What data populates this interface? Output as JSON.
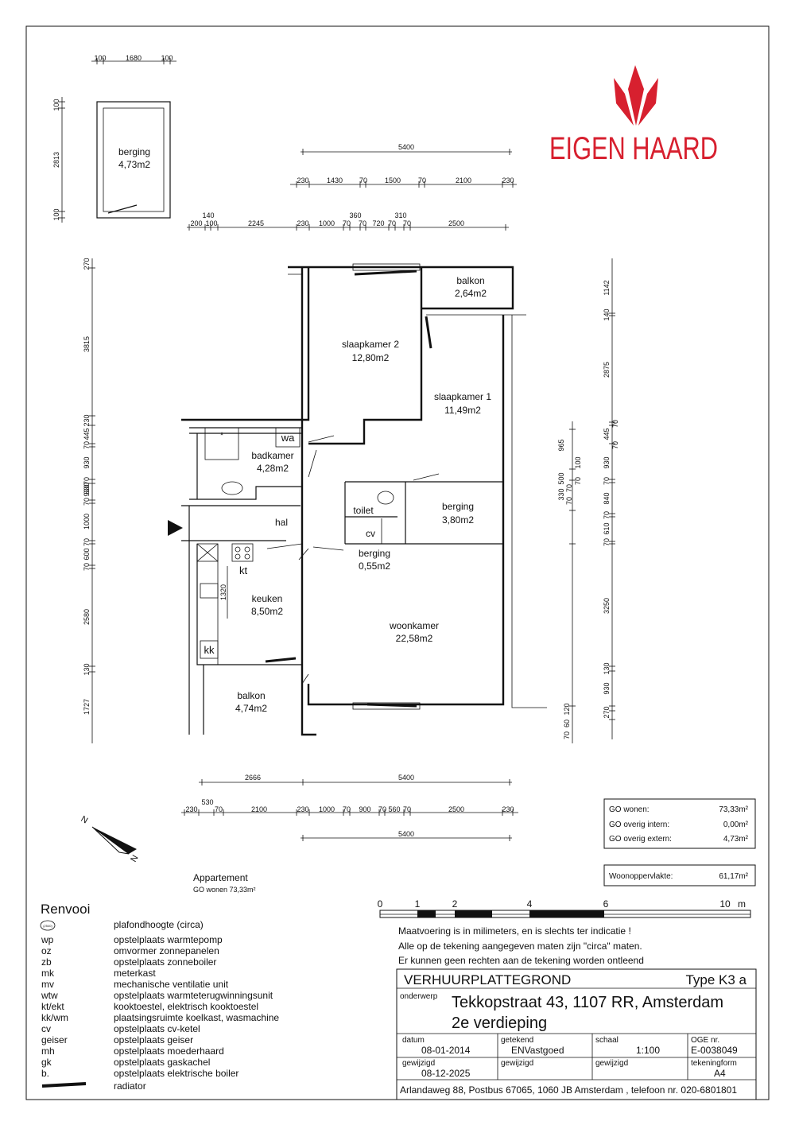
{
  "brand": {
    "name": "EIGEN HAARD",
    "color": "#d7202f"
  },
  "storage_unit": {
    "label": "berging",
    "area": "4,73m2",
    "dims_top": [
      "100",
      "1680",
      "100"
    ],
    "dims_left": [
      "100",
      "2813",
      "100"
    ]
  },
  "rooms": {
    "slaapkamer2": {
      "name": "slaapkamer 2",
      "area": "12,80m2"
    },
    "slaapkamer1": {
      "name": "slaapkamer 1",
      "area": "11,49m2"
    },
    "balkon_top": {
      "name": "balkon",
      "area": "2,64m2"
    },
    "badkamer": {
      "name": "badkamer",
      "area": "4,28m2"
    },
    "wa": "wa",
    "toilet": "toilet",
    "cv": "cv",
    "hal": "hal",
    "berging_mid": {
      "name": "berging",
      "area": "3,80m2"
    },
    "berging_small": {
      "name": "berging",
      "area": "0,55m2"
    },
    "kt": "kt",
    "keuken": {
      "name": "keuken",
      "area": "8,50m2"
    },
    "kk": "kk",
    "kitchen_dim": "1320",
    "woonkamer": {
      "name": "woonkamer",
      "area": "22,58m2"
    },
    "balkon_bottom": {
      "name": "balkon",
      "area": "4,74m2"
    }
  },
  "dimensions": {
    "top_row1": [
      "5400"
    ],
    "top_row2": [
      "230",
      "1430",
      "70",
      "1500",
      "70",
      "2100",
      "230"
    ],
    "top_row3_upper": [
      "140",
      "360",
      "310"
    ],
    "top_row3": [
      "200",
      "100",
      "2245",
      "230",
      "1000",
      "70",
      "70",
      "720",
      "70",
      "70",
      "2500"
    ],
    "left": [
      "270",
      "3815",
      "230",
      "445",
      "70",
      "930",
      "70",
      "930",
      "330",
      "70",
      "1000",
      "70",
      "600",
      "70",
      "2580",
      "130",
      "1727"
    ],
    "right_outer": [
      "1142",
      "140",
      "2875",
      "70",
      "445",
      "70",
      "930",
      "70",
      "840",
      "70",
      "610",
      "70",
      "3250",
      "130",
      "930",
      "120",
      "270",
      "60",
      "70"
    ],
    "right_inner": [
      "965",
      "100",
      "70",
      "500",
      "70",
      "330",
      "70"
    ],
    "bottom_row1": [
      "2666",
      "5400"
    ],
    "bottom_row2_upper": [
      "530"
    ],
    "bottom_row2": [
      "230",
      "70",
      "2100",
      "230",
      "1000",
      "70",
      "900",
      "70",
      "560",
      "70",
      "2500",
      "230"
    ],
    "bottom_row3": [
      "5400"
    ]
  },
  "compass": {
    "n1": "N",
    "n2": "N"
  },
  "apartment": {
    "title": "Appartement",
    "subtitle": "GO wonen 73,33m²"
  },
  "area_table": [
    {
      "label": "GO wonen:",
      "value": "73,33m²"
    },
    {
      "label": "GO overig intern:",
      "value": "0,00m²"
    },
    {
      "label": "GO overig extern:",
      "value": "4,73m²"
    }
  ],
  "woonoppervlakte": {
    "label": "Woonoppervlakte:",
    "value": "61,17m²"
  },
  "scale_bar": {
    "ticks": [
      "0",
      "1",
      "2",
      "4",
      "6",
      "10"
    ],
    "unit": "m"
  },
  "legend": {
    "title": "Renvooi",
    "symbol_text": "(2540)",
    "items": [
      {
        "code": "",
        "desc": "plafondhoogte (circa)"
      },
      {
        "code": "wp",
        "desc": "opstelplaats warmtepomp"
      },
      {
        "code": "oz",
        "desc": "omvormer zonnepanelen"
      },
      {
        "code": "zb",
        "desc": "opstelplaats zonneboiler"
      },
      {
        "code": "mk",
        "desc": "meterkast"
      },
      {
        "code": "mv",
        "desc": "mechanische ventilatie unit"
      },
      {
        "code": "wtw",
        "desc": "opstelplaats warmteterugwinningsunit"
      },
      {
        "code": "kt/ekt",
        "desc": "kooktoestel, elektrisch kooktoestel"
      },
      {
        "code": "kk/wm",
        "desc": "plaatsingsruimte koelkast, wasmachine"
      },
      {
        "code": "cv",
        "desc": "opstelplaats cv-ketel"
      },
      {
        "code": "geiser",
        "desc": "opstelplaats geiser"
      },
      {
        "code": "mh",
        "desc": "opstelplaats moederhaard"
      },
      {
        "code": "gk",
        "desc": "opstelplaats gaskachel"
      },
      {
        "code": "b.",
        "desc": "opstelplaats elektrische boiler"
      },
      {
        "code": "",
        "desc": "radiator"
      }
    ]
  },
  "notes": [
    "Maatvoering is in milimeters, en is slechts ter indicatie !",
    "Alle op de tekening aangegeven maten zijn \"circa\" maten.",
    "Er kunnen geen rechten aan de tekening worden ontleend"
  ],
  "title_block": {
    "heading": "VERHUURPLATTEGROND",
    "type": "Type K3 a",
    "subject_label": "onderwerp",
    "address": "Tekkopstraat 43, 1107 RR, Amsterdam",
    "floor": "2e verdieping",
    "datum_label": "datum",
    "datum": "08-01-2014",
    "getekend_label": "getekend",
    "getekend": "ENVastgoed",
    "schaal_label": "schaal",
    "schaal": "1:100",
    "oge_label": "OGE nr.",
    "oge": "E-0038049",
    "gewijzigd1_label": "gewijzigd",
    "gewijzigd1": "08-12-2025",
    "gewijzigd2_label": "gewijzigd",
    "gewijzigd3_label": "gewijzigd",
    "tekeningform_label": "tekeningform",
    "tekeningform": "A4",
    "footer": "Arlandaweg 88, Postbus 67065, 1060 JB Amsterdam , telefoon nr. 020-6801801"
  }
}
